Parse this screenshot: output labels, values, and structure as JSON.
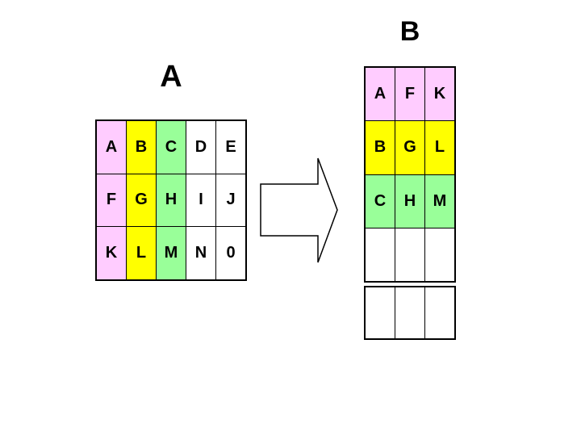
{
  "titles": {
    "matrix_a": "A",
    "matrix_b": "B"
  },
  "matrix_a": {
    "rows": [
      [
        "A",
        "B",
        "C",
        "D",
        "E"
      ],
      [
        "F",
        "G",
        "H",
        "I",
        "J"
      ],
      [
        "K",
        "L",
        "M",
        "N",
        "0"
      ]
    ],
    "column_colors": [
      "#FFCCFF",
      "#FFFF00",
      "#99FF99",
      "#FFFFFF",
      "#FFFFFF"
    ]
  },
  "matrix_b": {
    "rows": [
      [
        "A",
        "F",
        "K"
      ],
      [
        "B",
        "G",
        "L"
      ],
      [
        "C",
        "H",
        "M"
      ],
      [
        "",
        "",
        ""
      ]
    ],
    "row_colors": [
      "#FFCCFF",
      "#FFFF00",
      "#99FF99",
      "#FFFFFF"
    ],
    "extra_row": [
      "",
      "",
      ""
    ],
    "extra_row_color": "#FFFFFF"
  },
  "arrow": {
    "direction": "right",
    "fill": "#FFFFFF",
    "stroke": "#000000"
  }
}
